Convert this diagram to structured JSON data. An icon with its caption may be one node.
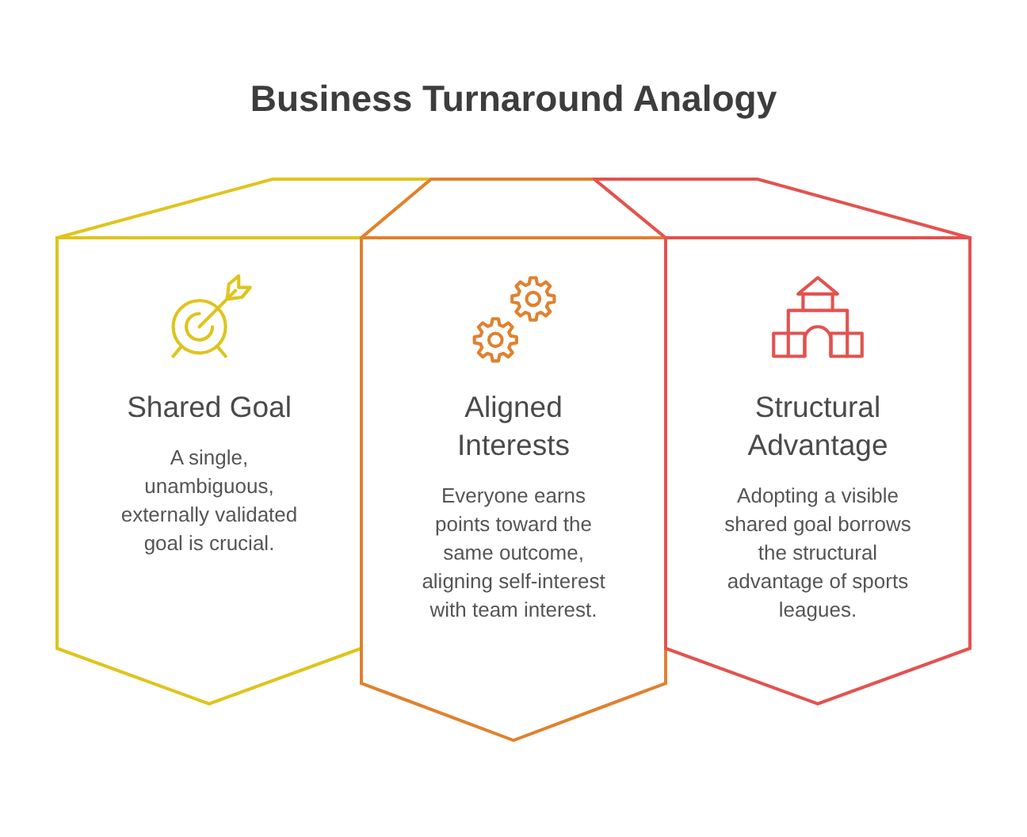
{
  "diagram": {
    "title": "Business Turnaround Analogy",
    "nodes": [
      {
        "text": [
          "Shared Goal",
          "A single, unambiguous, externally validated goal is crucial."
        ]
      },
      {
        "text": [
          "Aligned Interests",
          "Everyone earns points toward the same outcome, aligning self-interest with team interest."
        ]
      },
      {
        "text": [
          "Structural Advantage",
          "Adopting a visible shared goal borrows the structural advantage of sports leagues."
        ]
      }
    ]
  }
}
